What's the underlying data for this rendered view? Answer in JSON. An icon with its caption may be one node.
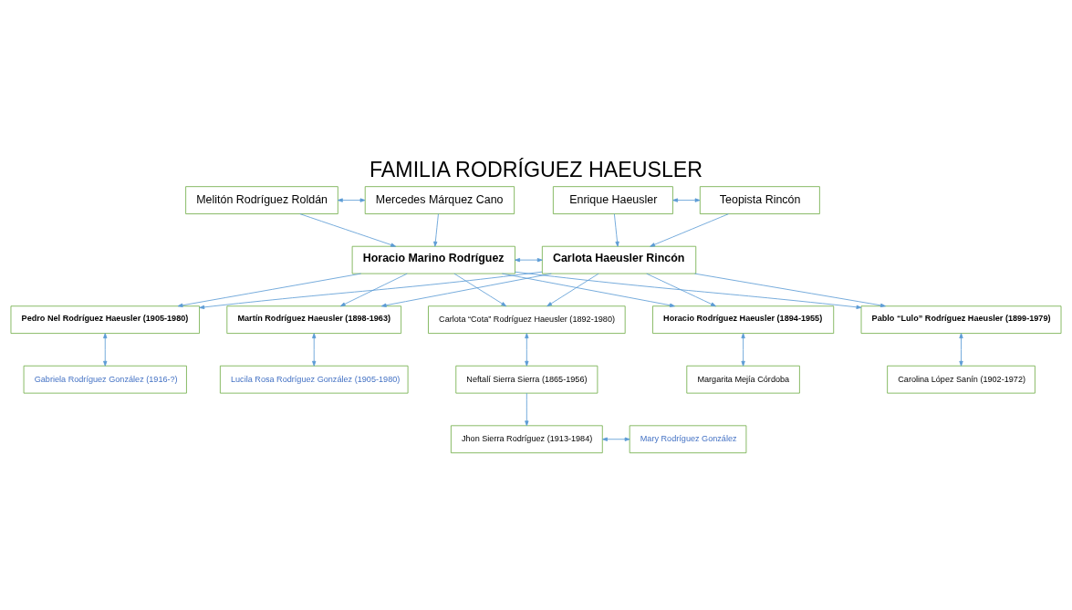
{
  "diagram": {
    "title": "FAMILIA RODRÍGUEZ HAEUSLER",
    "nodes": [
      {
        "text": [
          "Melitón Rodríguez Roldán"
        ]
      },
      {
        "text": [
          "Mercedes Márquez Cano"
        ]
      },
      {
        "text": [
          "Enrique Haeusler"
        ]
      },
      {
        "text": [
          "Teopista Rincón"
        ]
      },
      {
        "text": [
          "Horacio Marino Rodríguez"
        ]
      },
      {
        "text": [
          "Carlota Haeusler Rincón"
        ]
      },
      {
        "text": [
          "Pedro Nel Rodríguez Haeusler (1905-1980)"
        ]
      },
      {
        "text": [
          "Martín Rodríguez Haeusler (1898-1963)"
        ]
      },
      {
        "text": [
          "Carlota “Cota” Rodríguez Haeusler (1892-1980)"
        ]
      },
      {
        "text": [
          "Horacio Rodríguez Haeusler (1894-1955)"
        ]
      },
      {
        "text": [
          "Pablo “Lulo” Rodríguez Haeusler (1899-1979)"
        ]
      },
      {
        "text": [
          "Gabriela Rodríguez González (1916-?)"
        ]
      },
      {
        "text": [
          "Lucila Rosa Rodríguez González (1905-1980)"
        ]
      },
      {
        "text": [
          "Neftalí Sierra Sierra (1865-1956)"
        ]
      },
      {
        "text": [
          "Margarita Mejía Córdoba"
        ]
      },
      {
        "text": [
          "Carolina López Sanín (1902-1972)"
        ]
      },
      {
        "text": [
          "Jhon Sierra Rodríguez (1913-1984)"
        ]
      },
      {
        "text": [
          "Mary Rodríguez González"
        ]
      }
    ],
    "edges": [
      {
        "from": 0,
        "to": 1,
        "arrow": "both"
      },
      {
        "from": 0,
        "to": 4,
        "arrow": "to"
      },
      {
        "from": 1,
        "to": 4,
        "arrow": "to"
      },
      {
        "from": 2,
        "to": 3,
        "arrow": "both"
      },
      {
        "from": 2,
        "to": 5,
        "arrow": "to"
      },
      {
        "from": 3,
        "to": 5,
        "arrow": "to"
      },
      {
        "from": 4,
        "to": 5,
        "arrow": "both"
      },
      {
        "from": 4,
        "to": 6,
        "arrow": "to"
      },
      {
        "from": 4,
        "to": 7,
        "arrow": "to"
      },
      {
        "from": 4,
        "to": 8,
        "arrow": "to"
      },
      {
        "from": 4,
        "to": 9,
        "arrow": "to"
      },
      {
        "from": 4,
        "to": 10,
        "arrow": "to"
      },
      {
        "from": 5,
        "to": 6,
        "arrow": "to"
      },
      {
        "from": 5,
        "to": 7,
        "arrow": "to"
      },
      {
        "from": 5,
        "to": 8,
        "arrow": "to"
      },
      {
        "from": 5,
        "to": 9,
        "arrow": "to"
      },
      {
        "from": 5,
        "to": 10,
        "arrow": "to"
      },
      {
        "from": 6,
        "to": 11,
        "arrow": "both"
      },
      {
        "from": 7,
        "to": 12,
        "arrow": "both"
      },
      {
        "from": 8,
        "to": 13,
        "arrow": "both"
      },
      {
        "from": 9,
        "to": 14,
        "arrow": "both"
      },
      {
        "from": 10,
        "to": 15,
        "arrow": "both"
      },
      {
        "from": 13,
        "to": 16,
        "arrow": "to"
      },
      {
        "from": 16,
        "to": 17,
        "arrow": "both"
      }
    ]
  }
}
